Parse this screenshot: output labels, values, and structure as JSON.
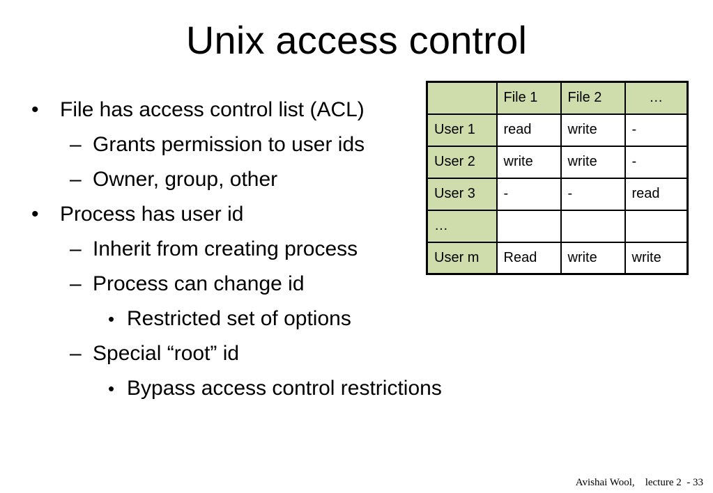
{
  "slide": {
    "title": "Unix access control",
    "bullets": [
      {
        "marker": "•",
        "text": "File has access control list (ACL)"
      },
      {
        "marker": "–",
        "text": "Grants permission to user ids"
      },
      {
        "marker": "–",
        "text": "Owner, group, other"
      },
      {
        "marker": "•",
        "text": "Process has user id"
      },
      {
        "marker": "–",
        "text": "Inherit from creating process"
      },
      {
        "marker": "–",
        "text": "Process can change id"
      },
      {
        "marker": "•",
        "text": "Restricted set of options"
      },
      {
        "marker": "–",
        "text": "Special “root” id"
      },
      {
        "marker": "•",
        "text": "Bypass access control restrictions"
      }
    ],
    "table": {
      "header": [
        "",
        "File 1",
        "File 2",
        "…"
      ],
      "rows": [
        [
          "User 1",
          "read",
          "write",
          "-"
        ],
        [
          "User 2",
          "write",
          "write",
          "-"
        ],
        [
          "User 3",
          "-",
          "-",
          "read"
        ],
        [
          "…",
          "",
          "",
          ""
        ],
        [
          "User m",
          "Read",
          "write",
          "write"
        ]
      ]
    },
    "footer": {
      "author": "Avishai Wool,",
      "lecture": "lecture 2",
      "page": "- 33"
    },
    "colors": {
      "header_fill": "#cfdcac",
      "text": "#000000",
      "background": "#ffffff"
    }
  }
}
